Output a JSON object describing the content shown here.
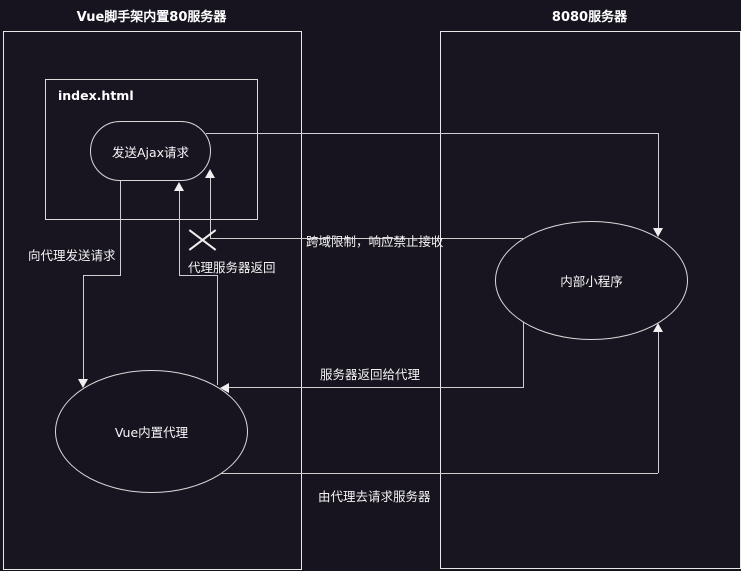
{
  "canvas": {
    "bg_color": "#17141f",
    "line_color": "#cfcfcf",
    "text_color": "#f5f5f5"
  },
  "groups": {
    "left_server": {
      "title": "Vue脚手架内置80服务器"
    },
    "right_server": {
      "title": "8080服务器"
    }
  },
  "nodes": {
    "index_html": {
      "label": "index.html"
    },
    "ajax_request": {
      "label": "发送Ajax请求"
    },
    "vue_proxy": {
      "label": "Vue内置代理"
    },
    "internal_app": {
      "label": "内部小程序"
    }
  },
  "edges": {
    "send_to_proxy": {
      "label": "向代理发送请求"
    },
    "proxy_returns": {
      "label": "代理服务器返回"
    },
    "cors_blocked": {
      "label": "跨域限制，响应禁止接收"
    },
    "server_to_proxy": {
      "label": "服务器返回给代理"
    },
    "proxy_to_server": {
      "label": "由代理去请求服务器"
    }
  }
}
